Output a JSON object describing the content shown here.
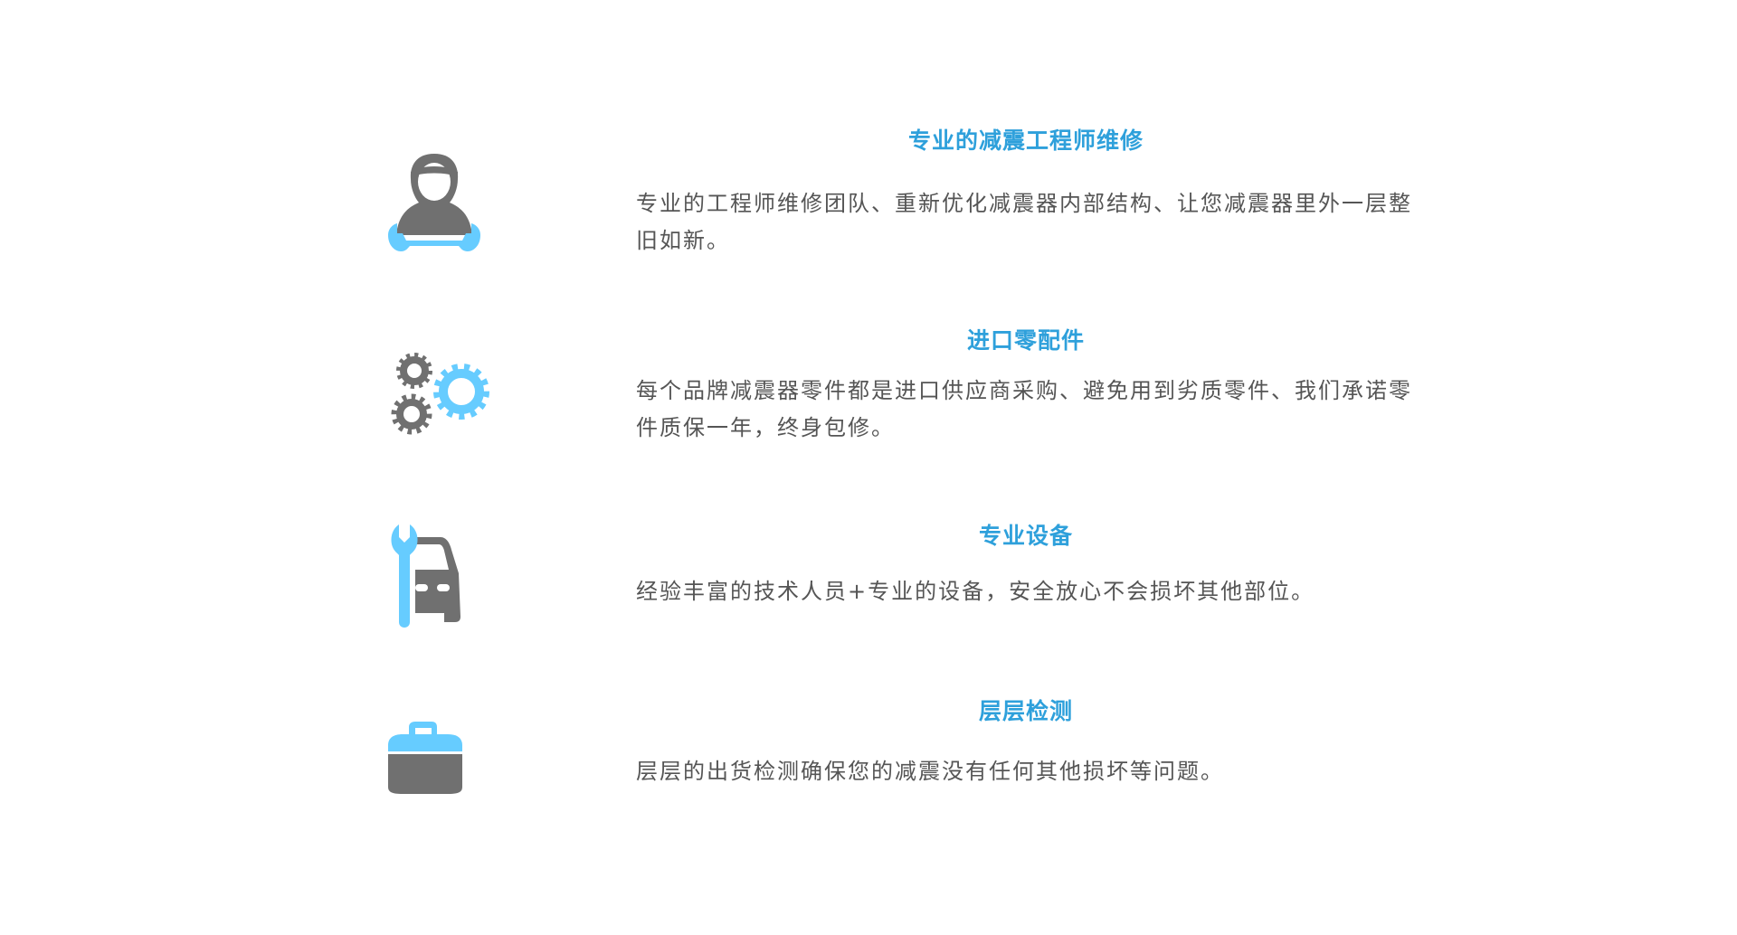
{
  "colors": {
    "title": "#2ea0db",
    "text": "#555555",
    "icon_gray": "#707070",
    "icon_blue": "#66ccff"
  },
  "features": [
    {
      "icon": "engineer-wrench-icon",
      "title": "专业的减震工程师维修",
      "description": "专业的工程师维修团队、重新优化减震器内部结构、让您减震器里外一层整旧如新。"
    },
    {
      "icon": "gears-icon",
      "title": "进口零配件",
      "description": "每个品牌减震器零件都是进口供应商采购、避免用到劣质零件、我们承诺零件质保一年，终身包修。"
    },
    {
      "icon": "car-wrench-icon",
      "title": "专业设备",
      "description": "经验丰富的技术人员+专业的设备，安全放心不会损坏其他部位。"
    },
    {
      "icon": "toolbox-icon",
      "title": "层层检测",
      "description": "层层的出货检测确保您的减震没有任何其他损坏等问题。"
    }
  ]
}
